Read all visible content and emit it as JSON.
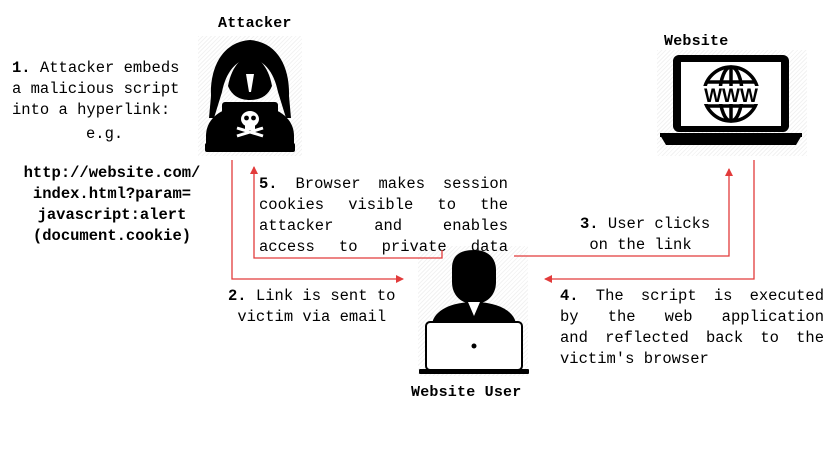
{
  "nodes": {
    "attacker": {
      "label": "Attacker"
    },
    "website": {
      "label": "Website",
      "logo_text": "WWW"
    },
    "user": {
      "label": "Website User"
    }
  },
  "step1": {
    "number": "1.",
    "line1": "Attacker embeds",
    "line2": "a malicious script",
    "line3": "into a hyperlink:",
    "eg": "e.g.",
    "code_lines": [
      "http://website.com/",
      "index.html?param=",
      "javascript:alert",
      "(document.cookie)"
    ]
  },
  "step2": {
    "number": "2.",
    "line1": "Link is sent to",
    "line2": "victim via email"
  },
  "step3": {
    "number": "3.",
    "line1": "User clicks",
    "line2": "on the link"
  },
  "step4": {
    "number": "4.",
    "line1": "The script is executed",
    "line2": "by the web application",
    "line3": "and reflected back to the",
    "line4": "victim's browser"
  },
  "step5": {
    "number": "5.",
    "line1": "Browser makes session",
    "line2": "cookies visible to the",
    "line3": "attacker and enables",
    "line4": "access to private data"
  },
  "colors": {
    "arrow": "#e23b3b",
    "icon": "#000000",
    "hatch": "#f0f0f0"
  }
}
